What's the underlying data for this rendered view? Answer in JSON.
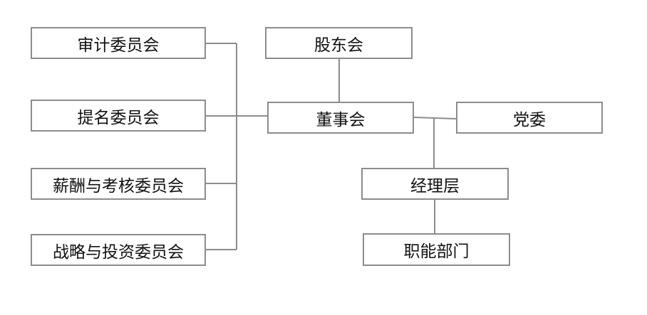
{
  "diagram": {
    "line_color": "#8c8c8c",
    "border_color": "#8c8c8c",
    "nodes": {
      "audit_committee": "审计委员会",
      "nomination_committee": "提名委员会",
      "remuneration_committee": "薪酬与考核委员会",
      "strategy_committee": "战略与投资委员会",
      "shareholders_meeting": "股东会",
      "board_of_directors": "董事会",
      "party_committee": "党委",
      "management": "经理层",
      "functional_departments": "职能部门"
    }
  }
}
